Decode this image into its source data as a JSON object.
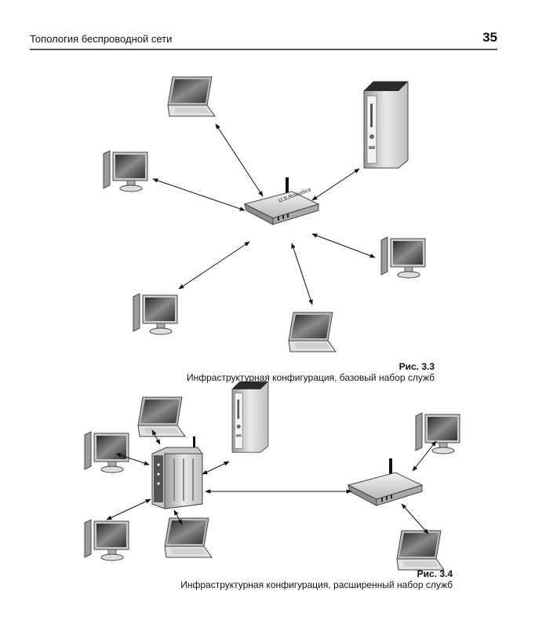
{
  "header": {
    "title": "Топология беспроводной сети",
    "page_number": "35"
  },
  "figure_3_3": {
    "label": "Рис. 3.3",
    "caption": "Инфраструктурная конфигурация, базовый набор служб"
  },
  "figure_3_4": {
    "label": "Рис. 3.4",
    "caption": "Инфраструктурная конфигурация, расширенный набор служб"
  },
  "router_brand": "U.S.Robotics"
}
